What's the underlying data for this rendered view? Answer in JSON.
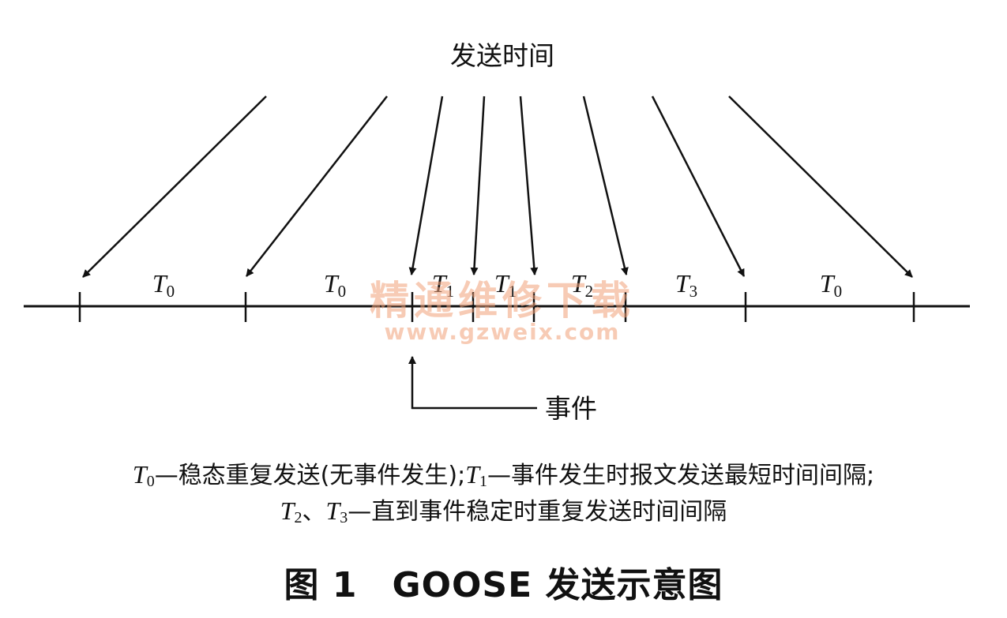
{
  "send_time_label": "发送时间",
  "event_label": "事件",
  "intervals": [
    {
      "symbol": "T",
      "sub": "0"
    },
    {
      "symbol": "T",
      "sub": "0"
    },
    {
      "symbol": "T",
      "sub": "1"
    },
    {
      "symbol": "T",
      "sub": "1"
    },
    {
      "symbol": "T",
      "sub": "2"
    },
    {
      "symbol": "T",
      "sub": "3"
    },
    {
      "symbol": "T",
      "sub": "0"
    }
  ],
  "watermark": {
    "title": "精通维修下载",
    "url": "www.gzweix.com",
    "color": "#f2a27a"
  },
  "legend": {
    "line1": {
      "t0_symbol": "T",
      "t0_sub": "0",
      "t0_desc": "—稳态重复发送(无事件发生);",
      "t1_symbol": "T",
      "t1_sub": "1",
      "t1_desc": "—事件发生时报文发送最短时间间隔;"
    },
    "line2": {
      "t2_symbol": "T",
      "t2_sub": "2",
      "sep": "、",
      "t3_symbol": "T",
      "t3_sub": "3",
      "desc": "—直到事件稳定时重复发送时间间隔"
    }
  },
  "figure_title": {
    "number": "图 1",
    "text": "GOOSE 发送示意图"
  }
}
